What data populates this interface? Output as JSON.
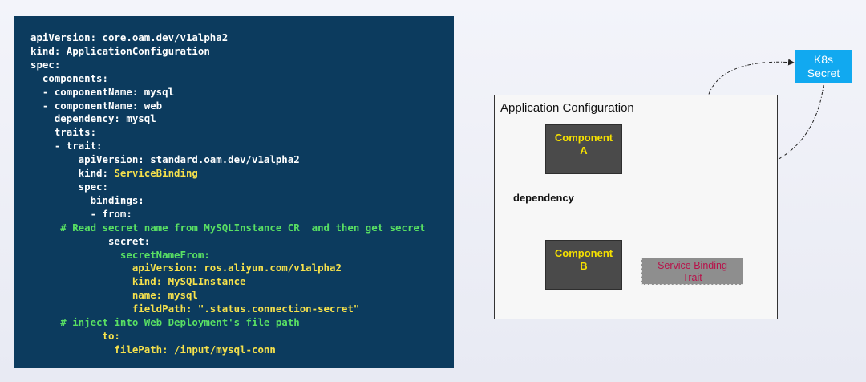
{
  "code_panel": {
    "lines": [
      [
        {
          "t": "apiVersion: core.oam.dev/v1alpha2",
          "c": "w"
        }
      ],
      [
        {
          "t": "kind: ApplicationConfiguration",
          "c": "w"
        }
      ],
      [
        {
          "t": "spec:",
          "c": "w"
        }
      ],
      [
        {
          "t": "  components:",
          "c": "w"
        }
      ],
      [
        {
          "t": "  - componentName: mysql",
          "c": "w"
        }
      ],
      [
        {
          "t": "  - componentName: web",
          "c": "w"
        }
      ],
      [
        {
          "t": "    dependency: mysql",
          "c": "w"
        }
      ],
      [
        {
          "t": "    traits:",
          "c": "w"
        }
      ],
      [
        {
          "t": "    - trait:",
          "c": "w"
        }
      ],
      [
        {
          "t": "        apiVersion: standard.oam.dev/v1alpha2",
          "c": "w"
        }
      ],
      [
        {
          "t": "        kind: ",
          "c": "w"
        },
        {
          "t": "ServiceBinding",
          "c": "y"
        }
      ],
      [
        {
          "t": "        spec:",
          "c": "w"
        }
      ],
      [
        {
          "t": "          bindings:",
          "c": "w"
        }
      ],
      [
        {
          "t": "          - from:",
          "c": "w"
        }
      ],
      [
        {
          "t": "     # Read secret name from MySQLInstance CR  and then get secret",
          "c": "g"
        }
      ],
      [
        {
          "t": "             secret:",
          "c": "w"
        }
      ],
      [
        {
          "t": "               secretNameFrom:",
          "c": "g"
        }
      ],
      [
        {
          "t": "                 apiVersion: ros.aliyun.com/v1alpha2",
          "c": "y"
        }
      ],
      [
        {
          "t": "                 kind: MySQLInstance",
          "c": "y"
        }
      ],
      [
        {
          "t": "                 name: mysql",
          "c": "y"
        }
      ],
      [
        {
          "t": "                 fieldPath: \".status.connection-secret\"",
          "c": "y"
        }
      ],
      [
        {
          "t": "     # inject into Web Deployment's file path",
          "c": "g"
        }
      ],
      [
        {
          "t": "            to:",
          "c": "y"
        }
      ],
      [
        {
          "t": "              filePath: /input/mysql-conn",
          "c": "y"
        }
      ]
    ]
  },
  "diagram": {
    "frame_title": "Application Configuration",
    "component_a": {
      "line1": "Component",
      "line2": "A"
    },
    "component_b": {
      "line1": "Component",
      "line2": "B"
    },
    "dependency_label": "dependency",
    "service_binding": {
      "line1": "Service Binding",
      "line2": "Trait"
    },
    "k8s_secret": {
      "line1": "K8s",
      "line2": "Secret"
    }
  },
  "colors": {
    "code_background": "#0c3b5e",
    "code_yellow": "#f6e14c",
    "code_green": "#59e063",
    "component_fill": "#4a4a4a",
    "component_text": "#f5e000",
    "trait_text": "#b8124a",
    "k8s_fill": "#11a9f0"
  }
}
